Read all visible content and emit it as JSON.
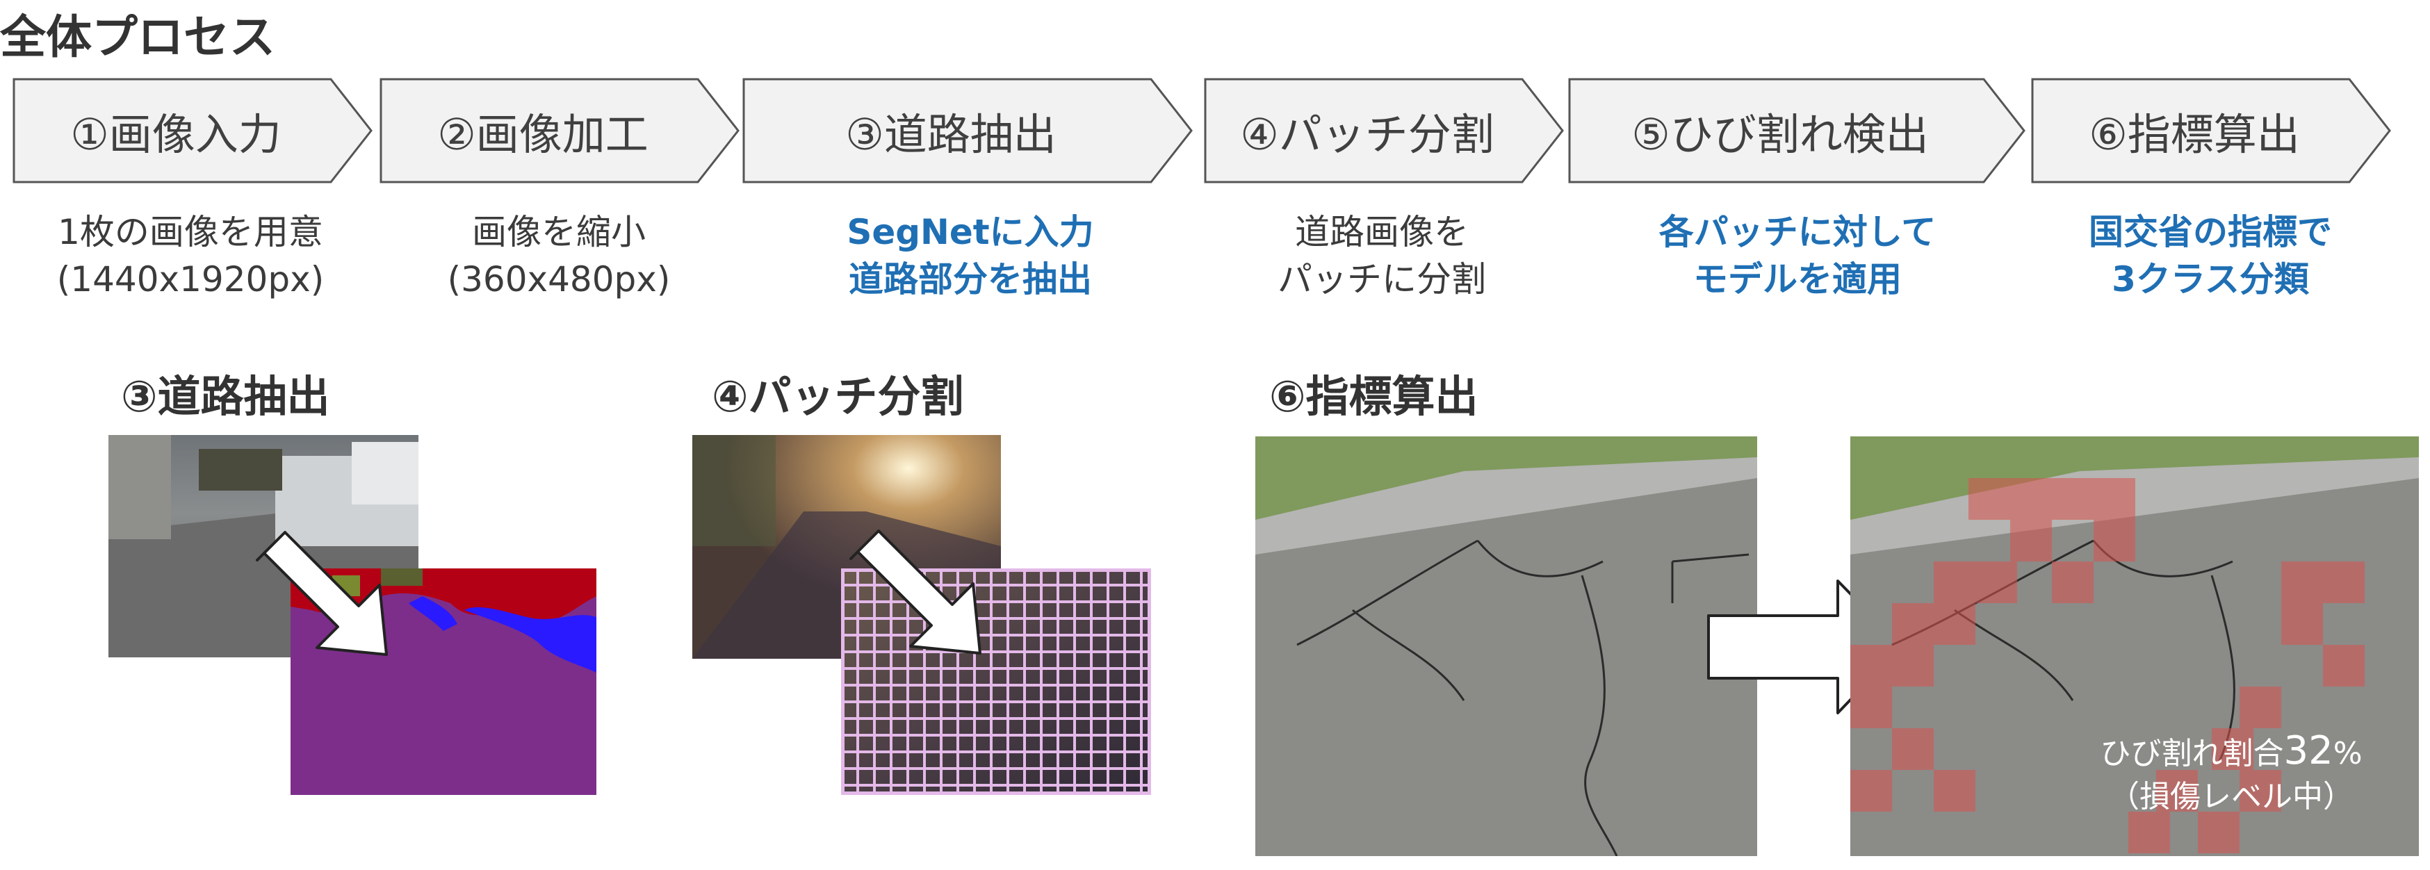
{
  "title": "全体プロセス",
  "steps": [
    {
      "label": "①画像入力",
      "desc": [
        "1枚の画像を用意",
        "(1440x1920px)"
      ],
      "highlight": false
    },
    {
      "label": "②画像加工",
      "desc": [
        "画像を縮小",
        "(360x480px)"
      ],
      "highlight": false
    },
    {
      "label": "③道路抽出",
      "desc": [
        "SegNetに入力",
        "道路部分を抽出"
      ],
      "highlight": true
    },
    {
      "label": "④パッチ分割",
      "desc": [
        "道路画像を",
        "パッチに分割"
      ],
      "highlight": false
    },
    {
      "label": "⑤ひび割れ検出",
      "desc": [
        "各パッチに対して",
        "モデルを適用"
      ],
      "highlight": true
    },
    {
      "label": "⑥指標算出",
      "desc": [
        "国交省の指標で",
        "3クラス分類"
      ],
      "highlight": true
    }
  ],
  "examples": {
    "road_extraction_title": "③道路抽出",
    "patch_split_title": "④パッチ分割",
    "index_title": "⑥指標算出",
    "crack_ratio_label": "ひび割れ割合",
    "crack_ratio_value": "32",
    "crack_ratio_unit": "%",
    "damage_level": "（損傷レベル中）"
  },
  "colors": {
    "highlight_text": "#1f6fb4",
    "segmentation_road": "#7d2e8b",
    "segmentation_other": "#b40015",
    "segmentation_sky": "#2a1aff",
    "crack_patch": "#d9534f"
  }
}
